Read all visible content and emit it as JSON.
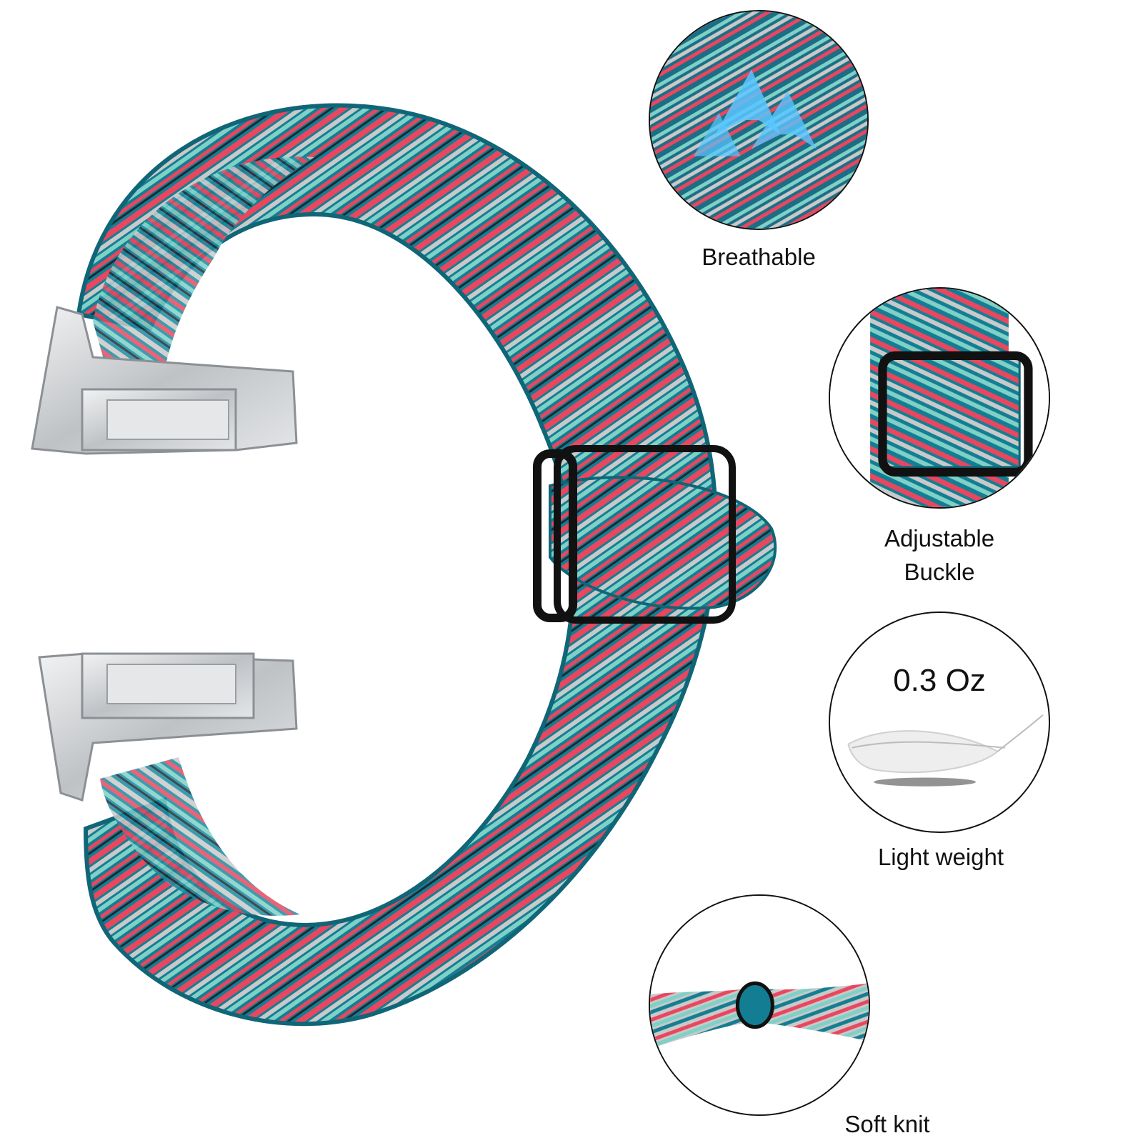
{
  "product": {
    "image_alt": "Woven elastic watch band with silver connectors and adjustable buckle",
    "colors": {
      "teal": "#137e93",
      "coral": "#e8475f",
      "light_gray": "#c9c9c9",
      "mint": "#7fd0c6",
      "dark": "#1b2b33",
      "metal": "#cfd1d4"
    }
  },
  "features": [
    {
      "id": "breathable",
      "label": "Breathable",
      "icon": "breathable-arrows-icon"
    },
    {
      "id": "adjustable",
      "label": "Adjustable Buckle",
      "line1": "Adjustable",
      "line2": "Buckle",
      "icon": "buckle-icon"
    },
    {
      "id": "light",
      "label": "Light weight",
      "value_text": "0.3 Oz",
      "icon": "feather-icon"
    },
    {
      "id": "soft",
      "label": "Soft knit",
      "icon": "knot-icon"
    }
  ]
}
